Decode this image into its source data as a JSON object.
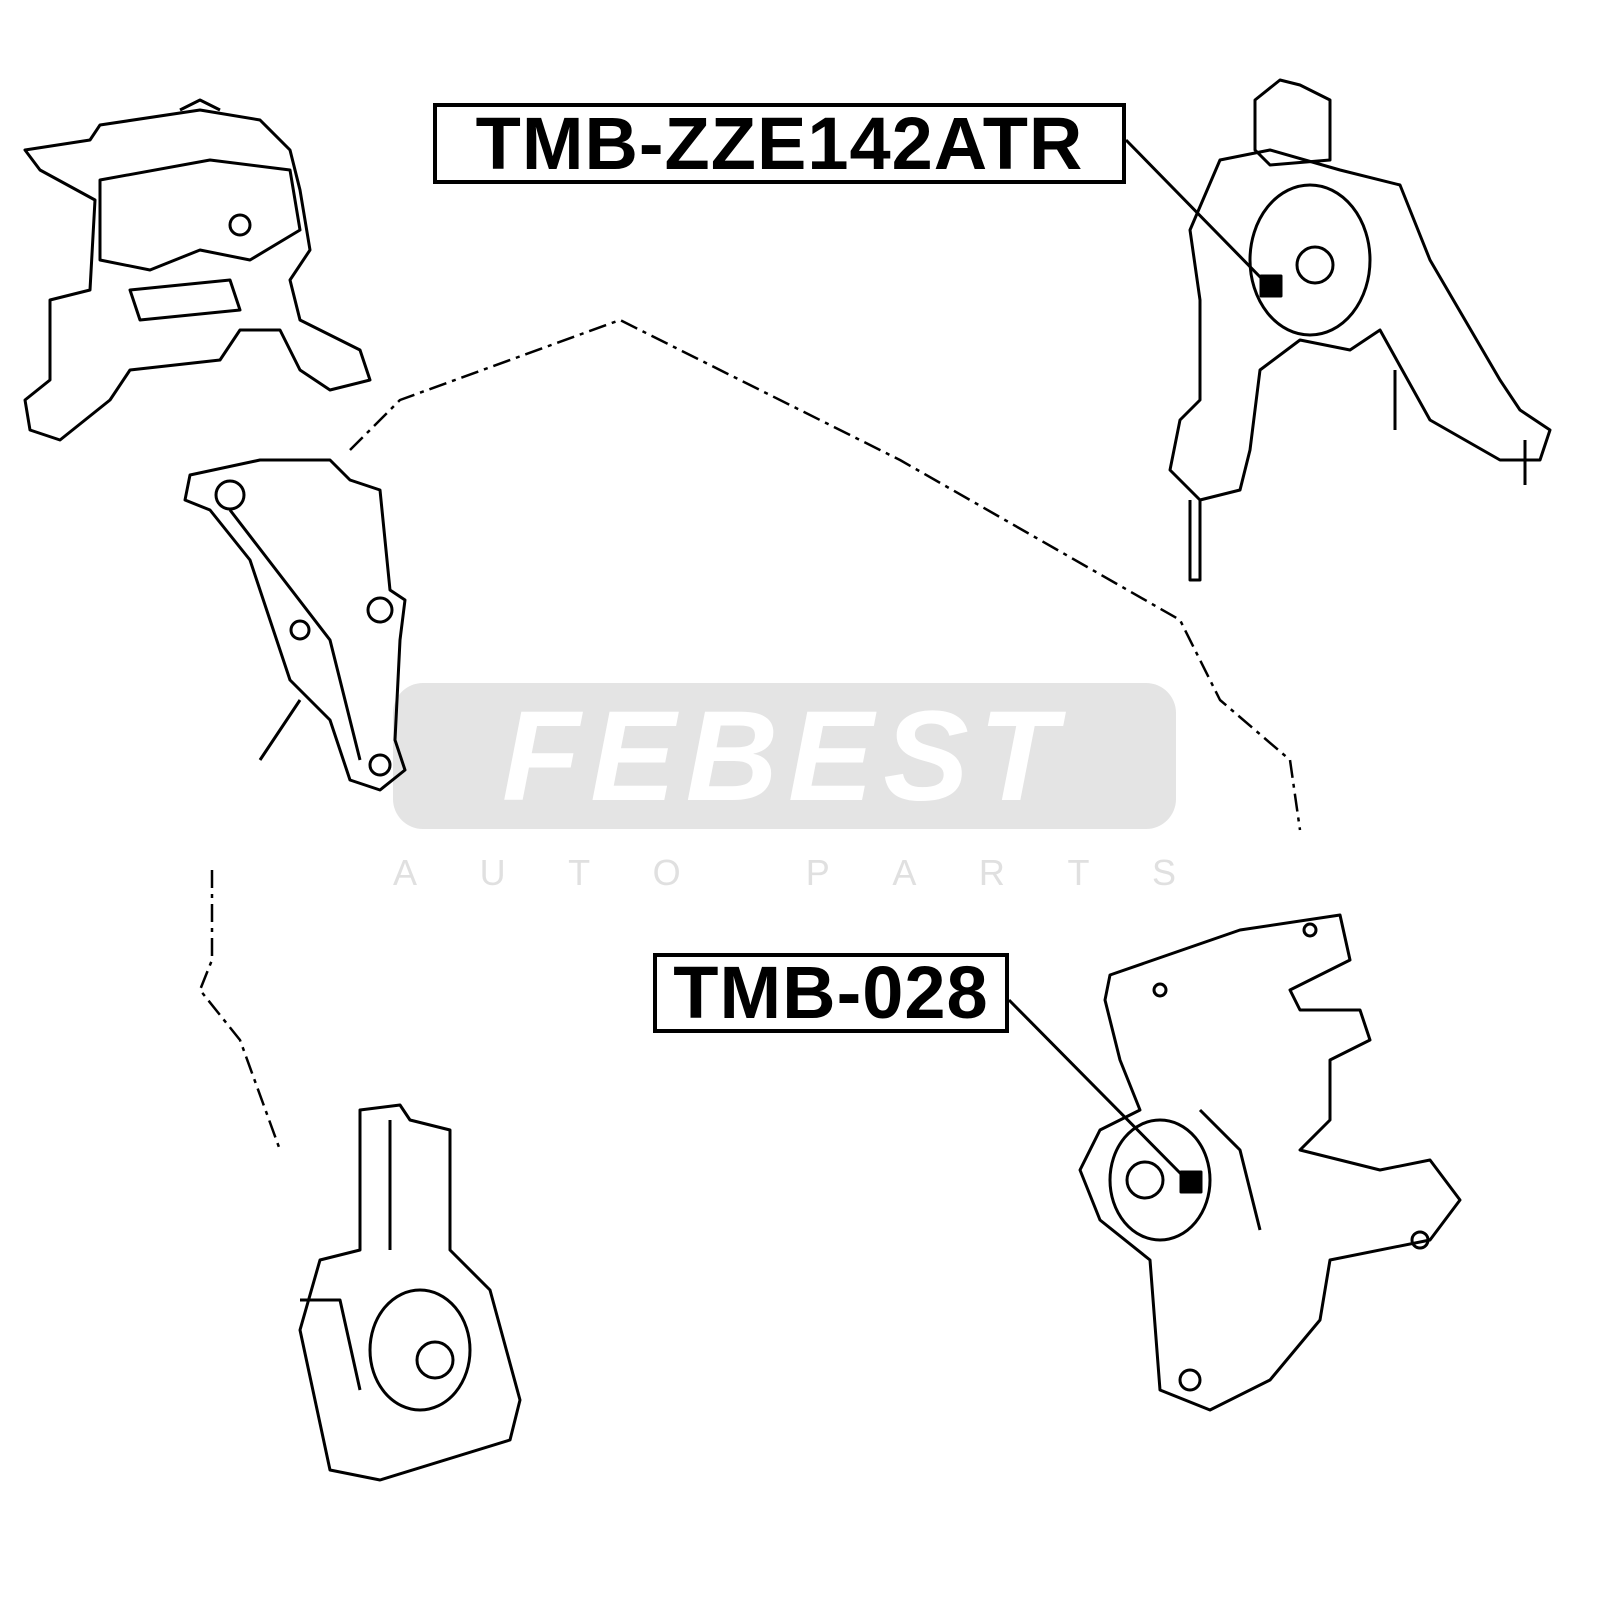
{
  "labels": {
    "part_1": "TMB-ZZE142ATR",
    "part_2": "TMB-028"
  },
  "watermark": {
    "brand": "FEBEST",
    "tagline_letters": [
      "A",
      "U",
      "T",
      "O",
      "",
      "P",
      "A",
      "R",
      "T",
      "S"
    ]
  }
}
